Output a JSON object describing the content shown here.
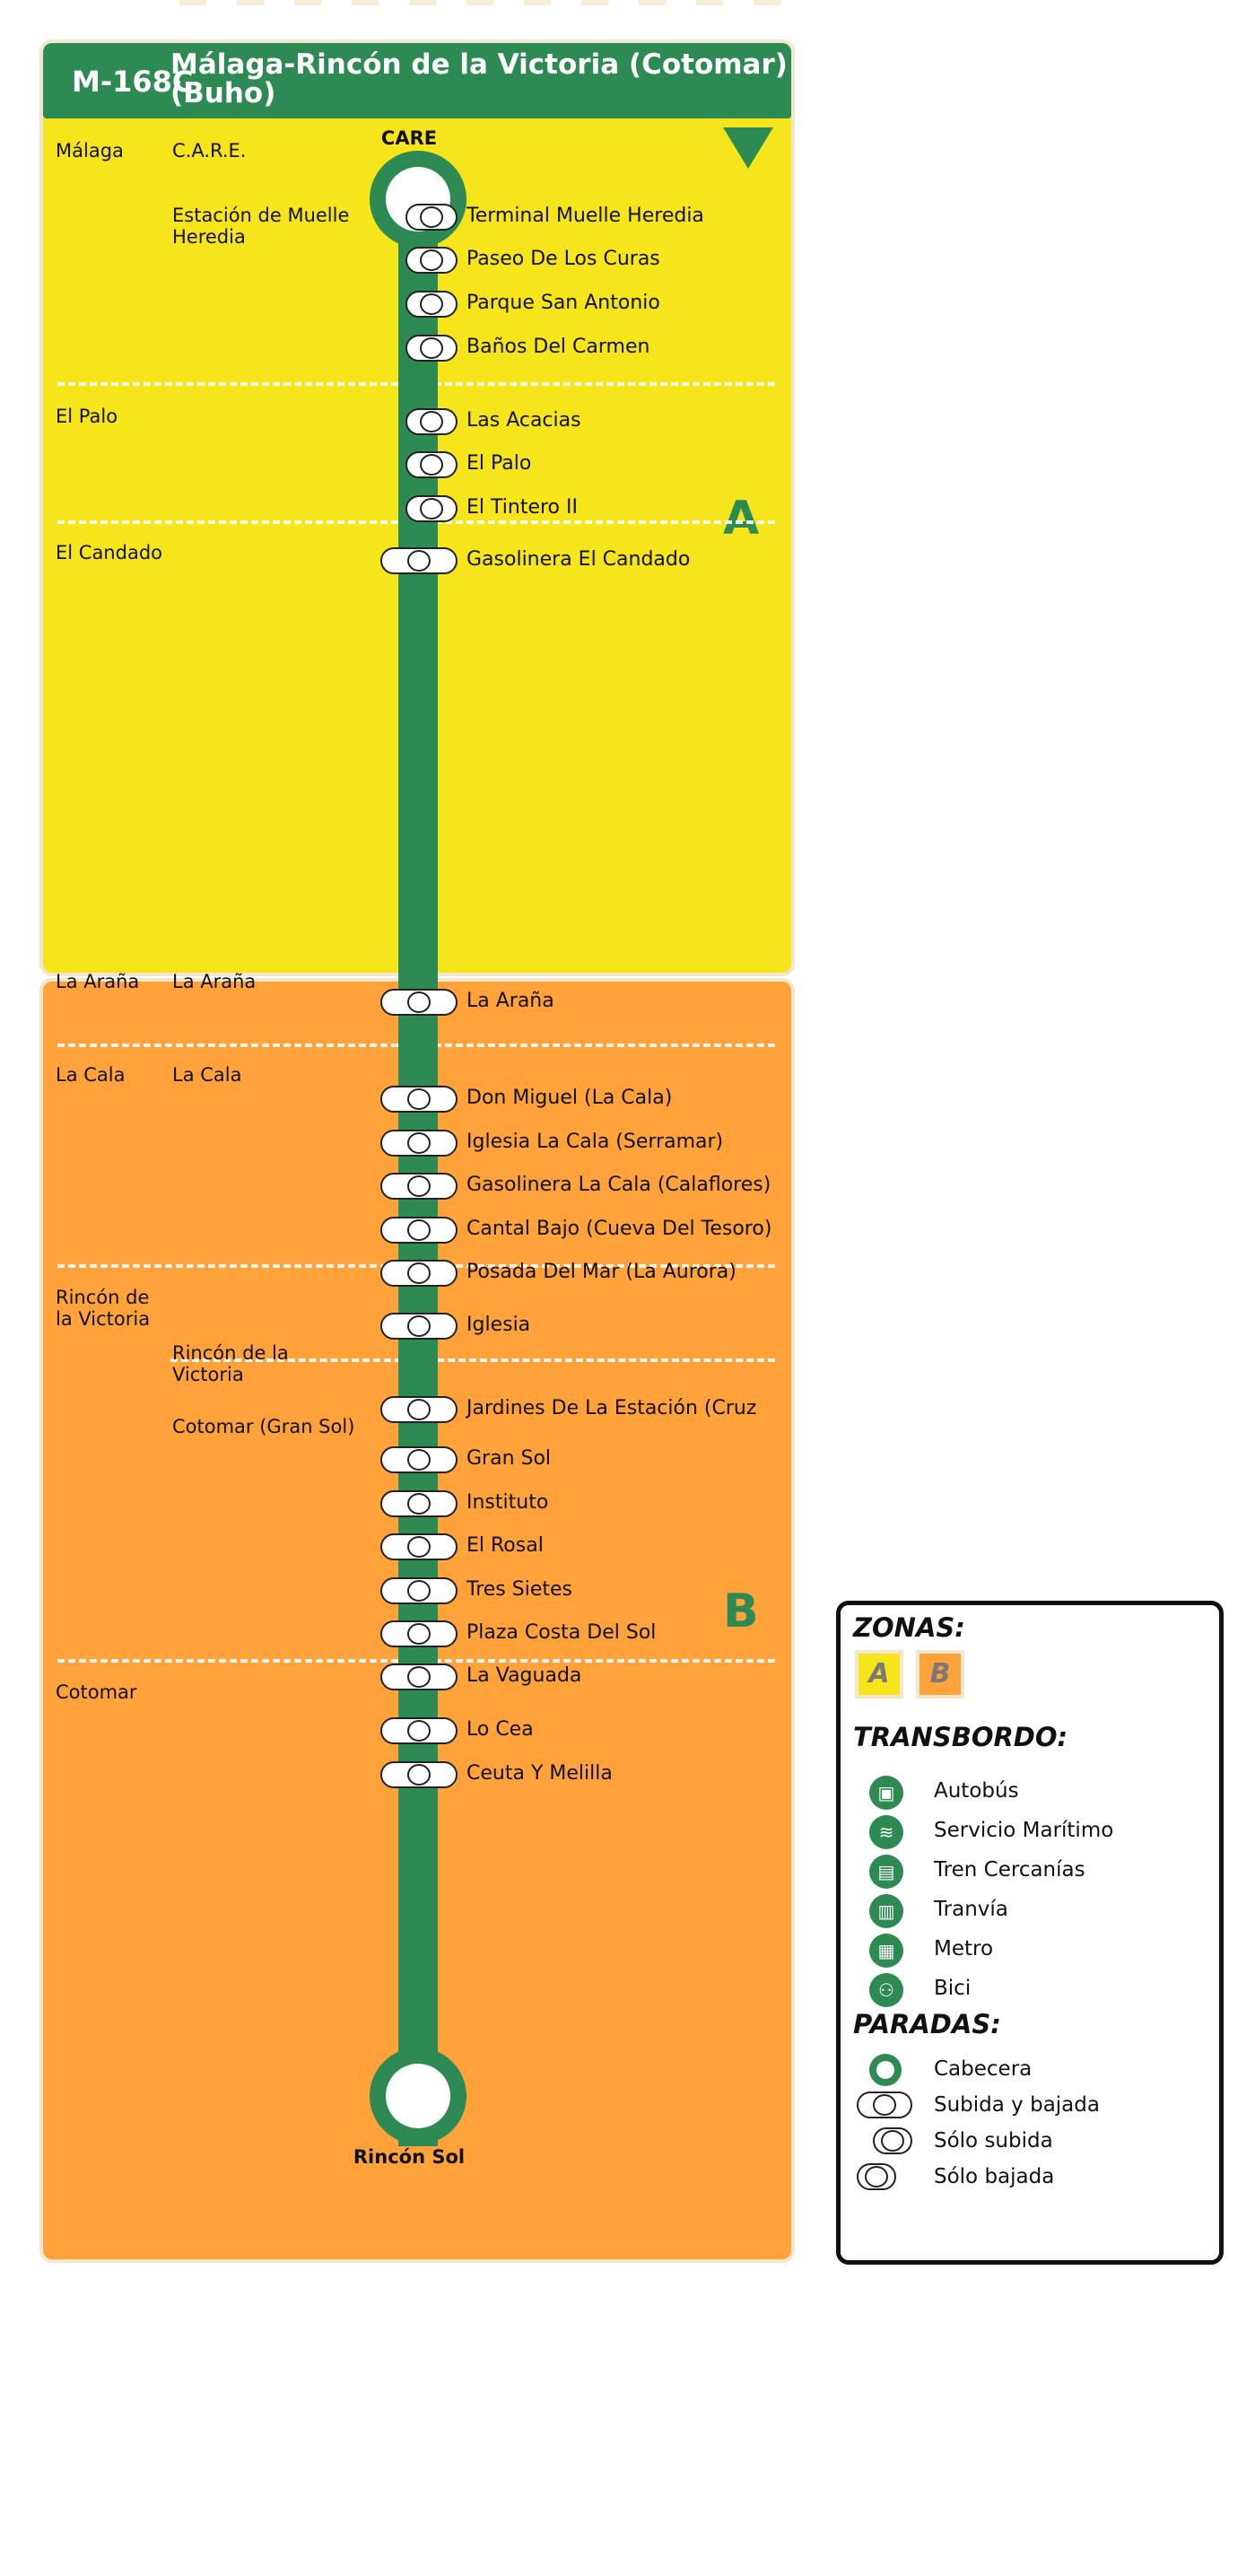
{
  "route": {
    "number": "M-168C",
    "name": "Málaga-Rincón de la Victoria (Cotomar) (Buho)"
  },
  "zones": [
    {
      "letter": "A",
      "color": "#f6e51b"
    },
    {
      "letter": "B",
      "color": "#ffa23a"
    }
  ],
  "terminals": {
    "start": "CARE",
    "end": "Rincón Sol"
  },
  "municipalities": [
    "Málaga",
    "El Palo",
    "El Candado",
    "La Araña",
    "La Cala",
    "Rincón de la Victoria",
    "Cotomar"
  ],
  "localities": [
    "C.A.R.E.",
    "Estación de Muelle Heredia",
    "La Araña",
    "La Cala",
    "Rincón de la Victoria",
    "Cotomar (Gran Sol)"
  ],
  "stops": [
    "Terminal Muelle Heredia",
    "Paseo De Los Curas",
    "Parque San Antonio",
    "Baños Del Carmen",
    "Las Acacias",
    "El Palo",
    "El Tintero II",
    "Gasolinera El Candado",
    "La Araña",
    "Don Miguel (La Cala)",
    "Iglesia La Cala (Serramar)",
    "Gasolinera La Cala (Calaflores)",
    "Cantal Bajo (Cueva Del Tesoro)",
    "Posada Del Mar (La Aurora)",
    "Iglesia",
    "Jardines De La Estación (Cruz",
    "Gran Sol",
    "Instituto",
    "El Rosal",
    "Tres Sietes",
    "Plaza Costa Del Sol",
    "La Vaguada",
    "Lo Cea",
    "Ceuta Y Melilla"
  ],
  "legend": {
    "zones_title": "ZONAS:",
    "zone_labels": [
      "A",
      "B"
    ],
    "transfer_title": "TRANSBORDO:",
    "transfers": [
      {
        "label": "Autobús",
        "icon": "bus-icon"
      },
      {
        "label": "Servicio Marítimo",
        "icon": "boat-icon"
      },
      {
        "label": "Tren Cercanías",
        "icon": "train-icon"
      },
      {
        "label": "Tranvía",
        "icon": "tram-icon"
      },
      {
        "label": "Metro",
        "icon": "metro-icon"
      },
      {
        "label": "Bici",
        "icon": "bike-icon"
      }
    ],
    "stops_title": "PARADAS:",
    "stop_types": [
      "Cabecera",
      "Subida y bajada",
      "Sólo subida",
      "Sólo bajada"
    ]
  },
  "colors": {
    "line": "#2d8a52",
    "zone_a": "#f6e51b",
    "zone_b": "#ffa23a"
  }
}
